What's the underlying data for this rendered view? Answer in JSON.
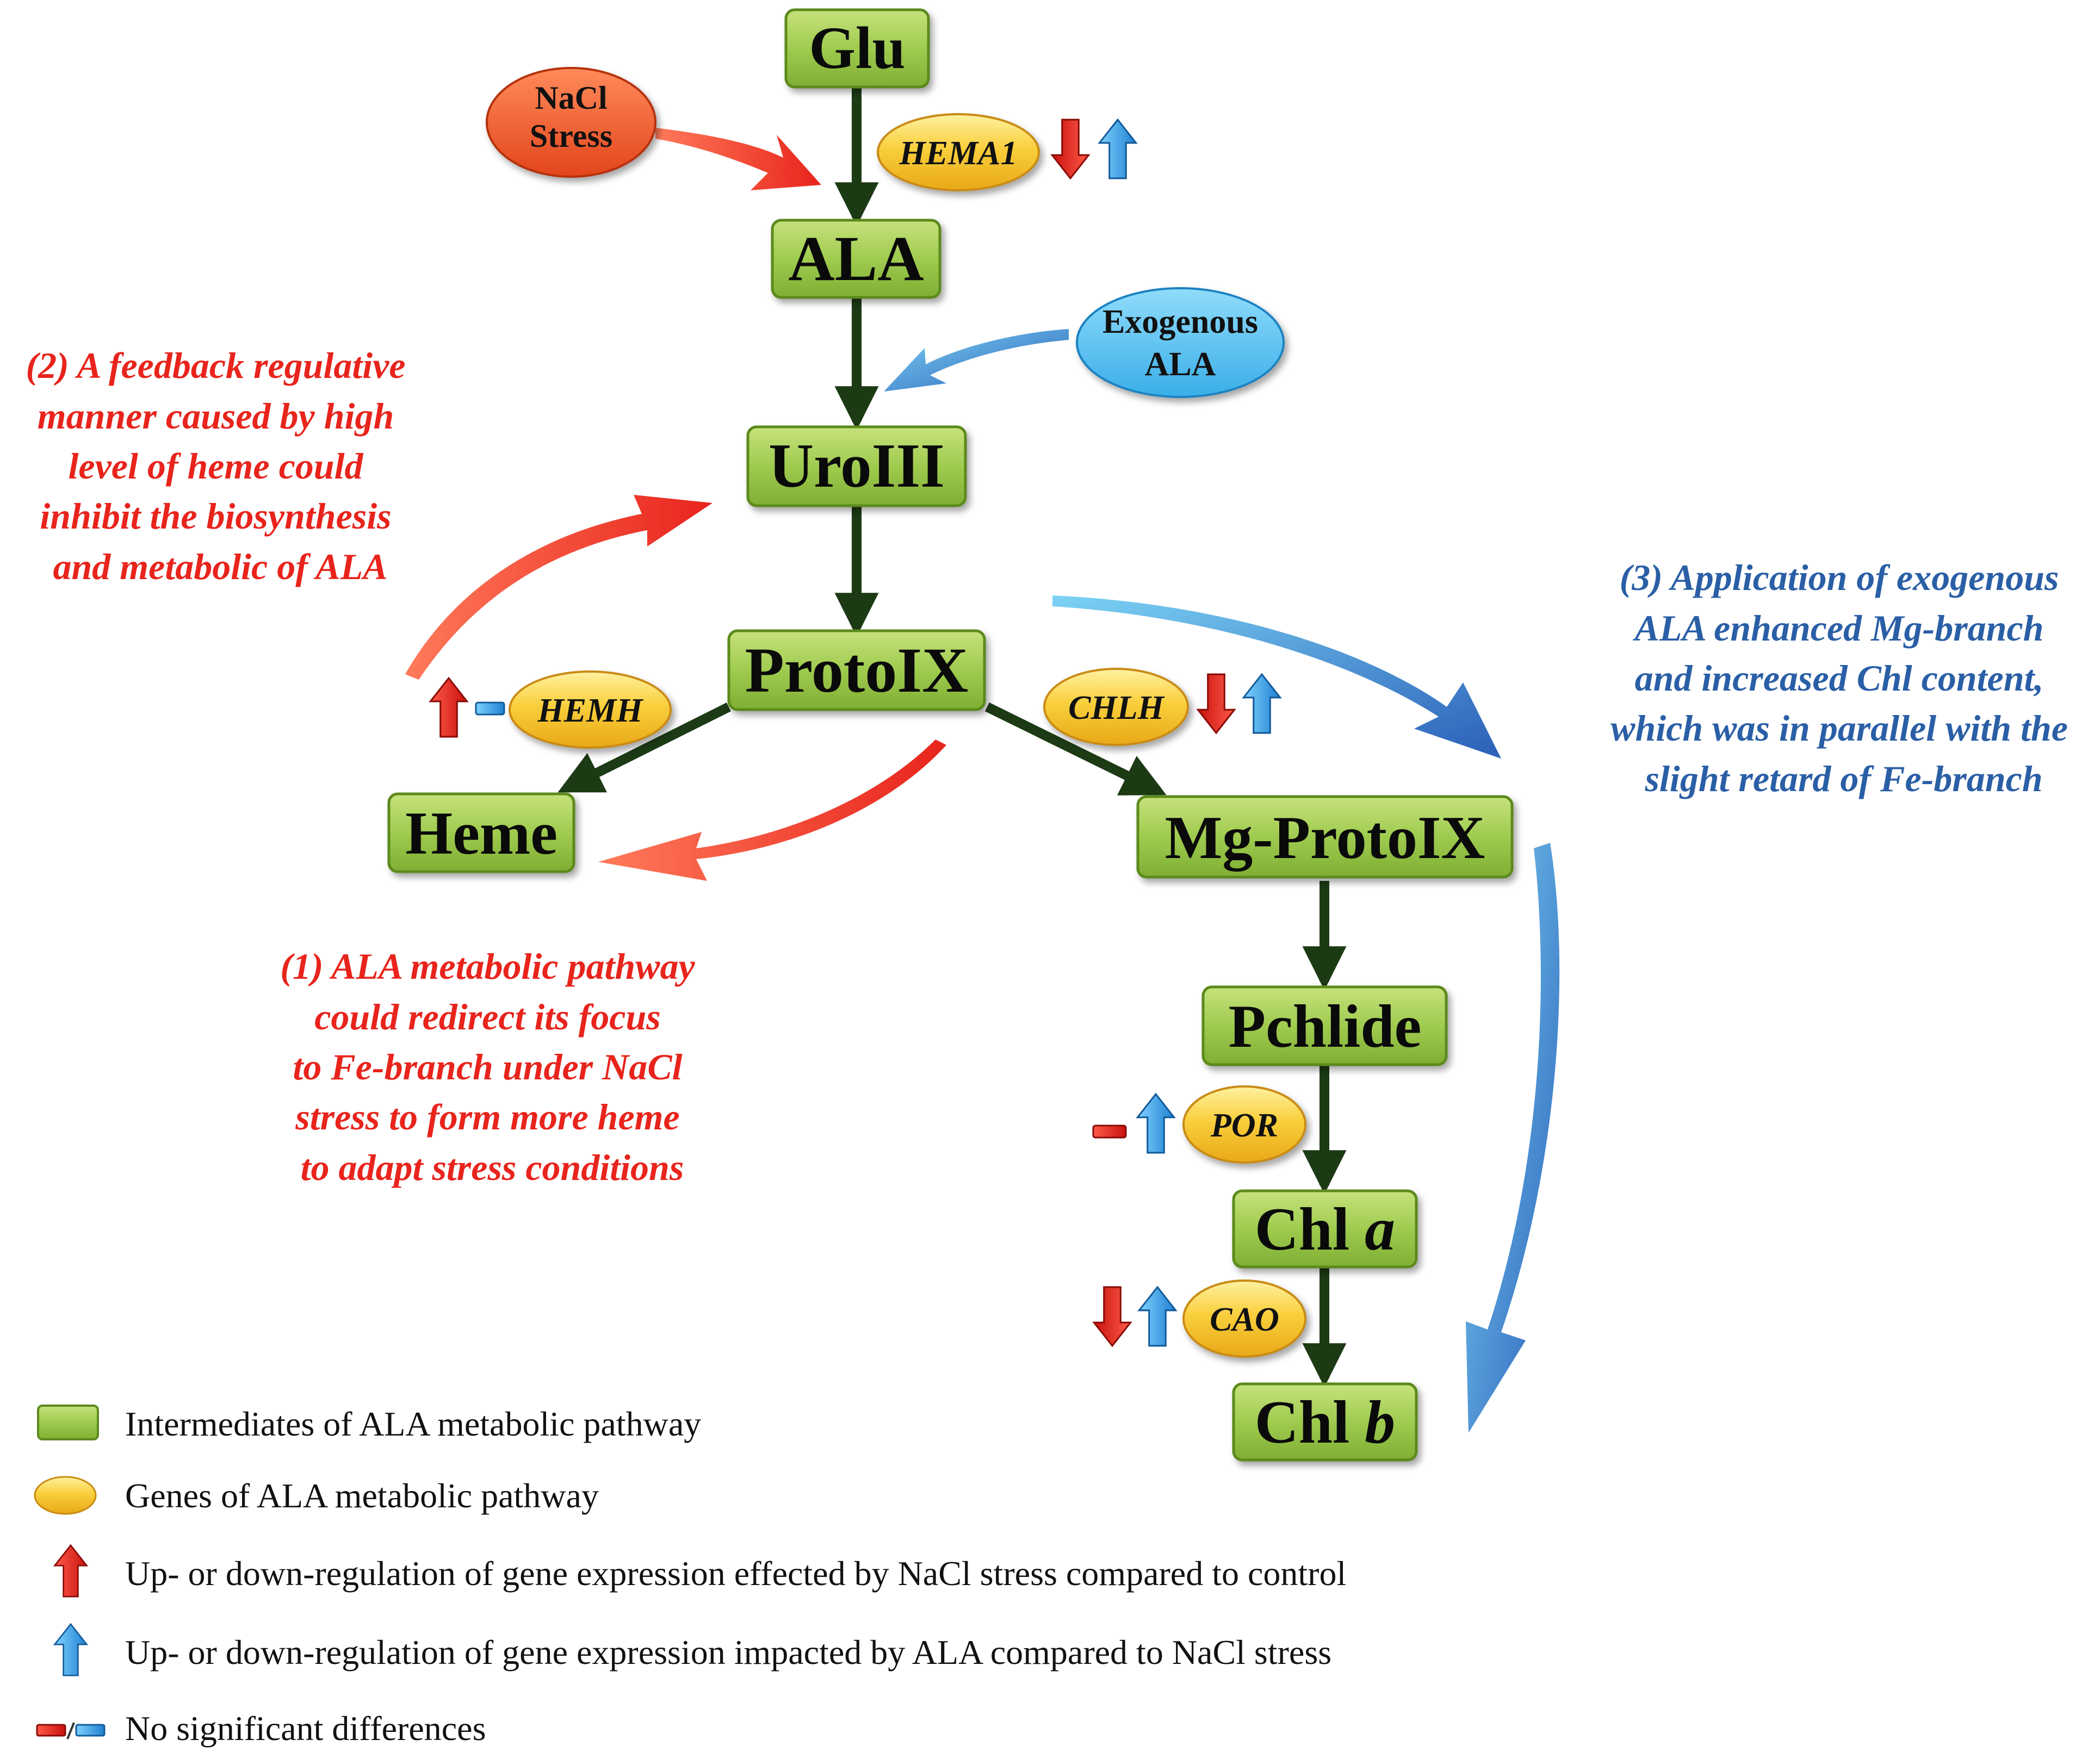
{
  "nodes": {
    "glu": "Glu",
    "ala": "ALA",
    "uroiii": "UroIII",
    "protoix": "ProtoIX",
    "heme": "Heme",
    "mg_protoix": "Mg-ProtoIX",
    "pchlide": "Pchlide",
    "chl_a_prefix": "Chl ",
    "chl_a_suffix": "a",
    "chl_b_prefix": "Chl ",
    "chl_b_suffix": "b"
  },
  "genes": {
    "hema1": "HEMA1",
    "hemh": "HEMH",
    "chlh": "CHLH",
    "por": "POR",
    "cao": "CAO"
  },
  "inputs": {
    "nacl_line1": "NaCl",
    "nacl_line2": "Stress",
    "exo_line1": "Exogenous",
    "exo_line2": "ALA"
  },
  "notes": {
    "note1": [
      "(1) ALA  metabolic pathway",
      "could redirect its focus",
      "to Fe-branch under NaCl",
      "stress to form more heme",
      "to adapt stress conditions"
    ],
    "note2": [
      "(2) A feedback regulative",
      "manner caused by high",
      "level of heme could",
      "inhibit the biosynthesis",
      "and metabolic of ALA"
    ],
    "note3": [
      "(3) Application of exogenous",
      "ALA enhanced Mg-branch",
      "and increased Chl content,",
      "which was in parallel with the",
      "slight retard of Fe-branch"
    ]
  },
  "legend": {
    "intermediates": "Intermediates of ALA metabolic pathway",
    "genes": "Genes of ALA metabolic pathway",
    "nacl_effect": "Up- or down-regulation of gene expression effected by NaCl stress compared to control",
    "ala_effect": "Up- or down-regulation of gene expression impacted by ALA compared to NaCl stress",
    "no_diff": "No significant differences"
  },
  "regulation": {
    "hema1": [
      "down-red",
      "up-blue"
    ],
    "hemh": [
      "up-red",
      "nodiff-blue"
    ],
    "chlh": [
      "down-red",
      "up-blue"
    ],
    "por": [
      "nodiff-red",
      "up-blue"
    ],
    "cao": [
      "down-red",
      "up-blue"
    ]
  },
  "colors": {
    "node_fill": "#9fcb4f",
    "gene_fill": "#f7c22e",
    "nacl_red": "#e8241c",
    "ala_blue": "#2e86d8",
    "pathway_arrow": "#1c3a14",
    "note_red": "#e8241c",
    "note_blue": "#2a5fa6"
  }
}
